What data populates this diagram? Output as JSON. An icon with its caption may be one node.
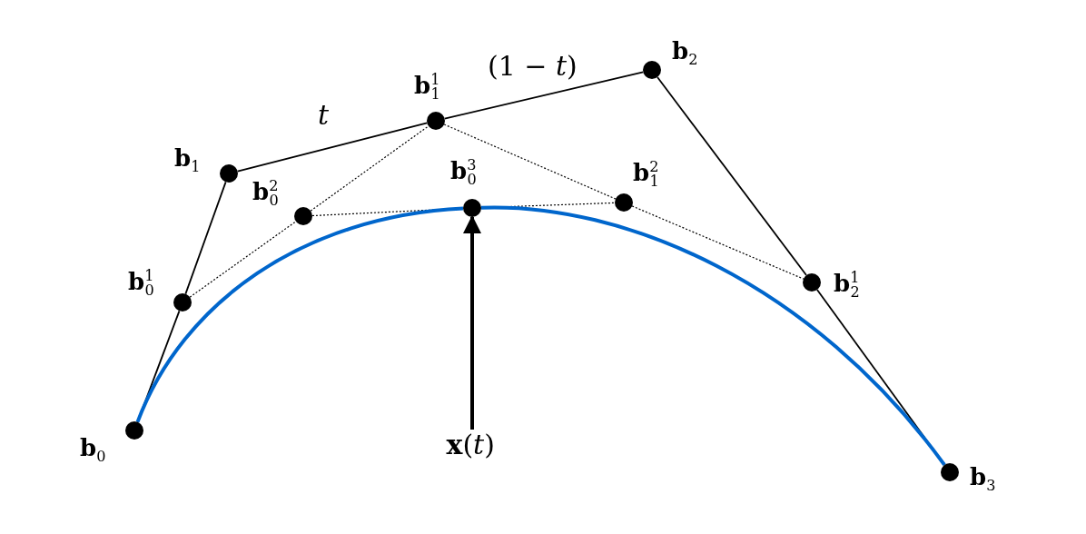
{
  "diagram": {
    "nodes": [
      {
        "text": [],
        "shape": "circle",
        "beside": [
          "**b**$_{2}$"
        ]
      },
      {
        "text": [],
        "shape": "circle",
        "beside": [
          "**b**$^{1}$$_{1}$"
        ]
      },
      {
        "text": [],
        "shape": "circle",
        "beside": [
          "**b**$_{1}$"
        ]
      },
      {
        "text": [],
        "shape": "circle",
        "beside": [
          "**b**$^{2}$$_{0}$"
        ]
      },
      {
        "text": [],
        "shape": "circle",
        "beside": [
          "**b**$^{3}$$_{0}$"
        ]
      },
      {
        "text": [],
        "shape": "circle",
        "beside": [
          "**b**$^{2}$$_{1}$"
        ]
      },
      {
        "text": [],
        "shape": "circle",
        "beside": [
          "**b**$^{1}$$_{2}$"
        ]
      },
      {
        "text": [],
        "shape": "circle",
        "beside": [
          "**b**$^{1}$$_{0}$"
        ]
      },
      {
        "text": [],
        "shape": "circle",
        "beside": [
          "**b**$_{0}$"
        ]
      },
      {
        "text": [
          "**x**(*t*)"
        ]
      },
      {
        "text": [],
        "shape": "circle",
        "beside": [
          "**b**$_{3}$"
        ]
      }
    ],
    "edges": [
      {
        "from": 8,
        "to": 7,
        "arrow": "none"
      },
      {
        "from": 7,
        "to": 2,
        "arrow": "none"
      },
      {
        "from": 2,
        "to": 1,
        "arrow": "none",
        "label": "t"
      },
      {
        "from": 1,
        "to": 0,
        "arrow": "none",
        "label": "(1 − *t*)"
      },
      {
        "from": 0,
        "to": 6,
        "arrow": "none"
      },
      {
        "from": 6,
        "to": 10,
        "arrow": "none"
      },
      {
        "from": 7,
        "to": 3,
        "arrow": "none",
        "style": "dashed"
      },
      {
        "from": 3,
        "to": 1,
        "arrow": "none",
        "style": "dashed"
      },
      {
        "from": 1,
        "to": 5,
        "arrow": "none",
        "style": "dashed"
      },
      {
        "from": 5,
        "to": 6,
        "arrow": "none",
        "style": "dashed"
      },
      {
        "from": 3,
        "to": 4,
        "arrow": "none",
        "style": "dashed"
      },
      {
        "from": 4,
        "to": 5,
        "arrow": "none",
        "style": "dashed"
      },
      {
        "from": 8,
        "to": 4,
        "arrow": "none",
        "color": "#0066cc",
        "style": "thick"
      },
      {
        "from": 4,
        "to": 10,
        "arrow": "none",
        "color": "#0066cc",
        "style": "thick"
      },
      {
        "from": 9,
        "to": 4,
        "arrow": "to",
        "style": "thick"
      }
    ]
  }
}
